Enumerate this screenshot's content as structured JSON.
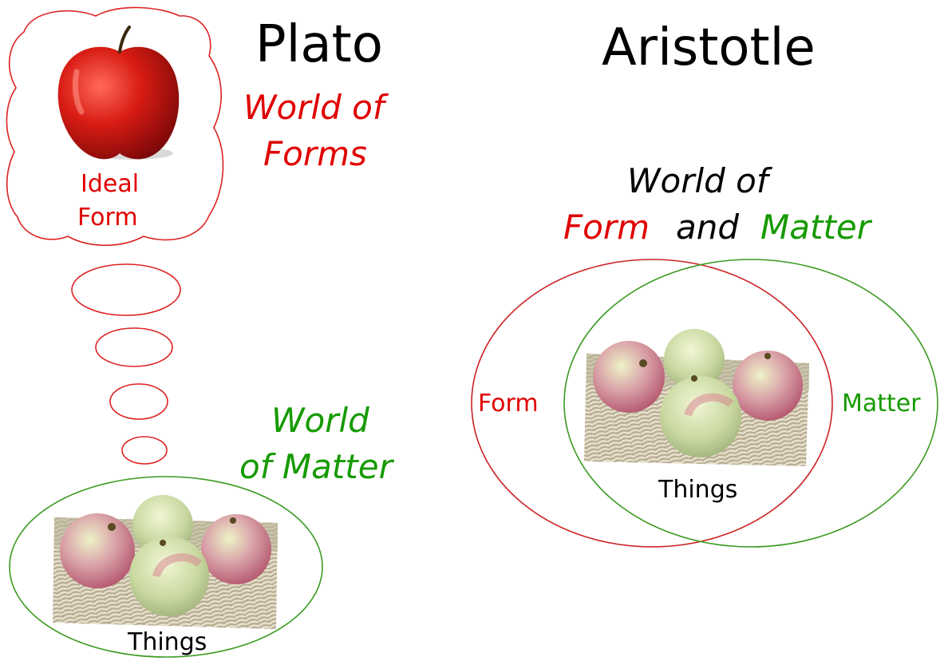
{
  "plato": {
    "title": "Plato",
    "world_of_forms": [
      "World of",
      "Forms"
    ],
    "ideal_form": [
      "Ideal",
      "Form"
    ],
    "world_of_matter": [
      "World",
      "of Matter"
    ],
    "things_label": "Things"
  },
  "aristotle": {
    "title": "Aristotle",
    "world_line1": "World of",
    "world_line2": {
      "form": "Form",
      "and": "and",
      "matter": "Matter"
    },
    "form_label": "Form",
    "matter_label": "Matter",
    "things_label": "Things"
  },
  "colors": {
    "form_red": "#e00000",
    "outline_red": "#cc2222",
    "matter_green": "#169a00",
    "outline_green": "#3a9a20",
    "text_black": "#000000"
  },
  "icons": {
    "ideal_apple": "red-apple-icon",
    "apples_basket": "apple-basket-icon"
  }
}
